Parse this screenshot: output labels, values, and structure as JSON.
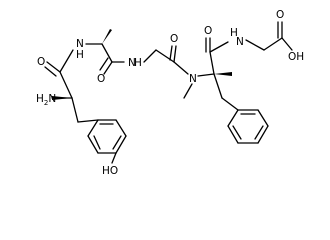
{
  "molecule": {
    "atoms": {
      "nh_ala": "N",
      "h_ala": "H",
      "nh_gly1": "N",
      "h_gly1": "H",
      "n_methyl": "N",
      "nh_gly2": "N",
      "h_gly2": "H",
      "h2n_label": "H",
      "h2n_sub": "2",
      "n_amine": "N",
      "o_tyr_carbonyl": "O",
      "o_ala_carbonyl": "O",
      "o_gly_carbonyl": "O",
      "o_phe_carbonyl": "O",
      "o_acid_carbonyl": "O",
      "o_acid_oh": "OH",
      "o_phenol": "HO"
    }
  }
}
